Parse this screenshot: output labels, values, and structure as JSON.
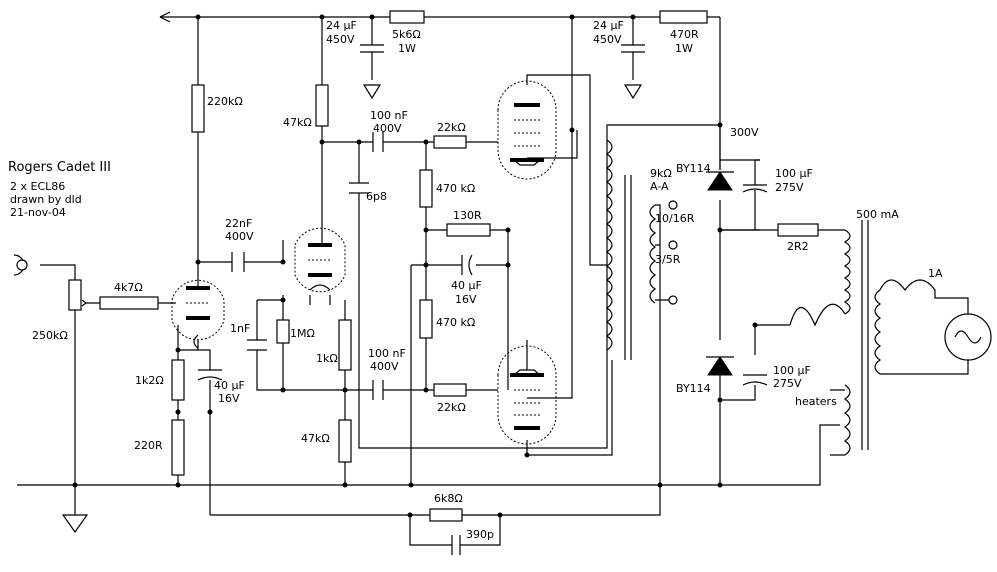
{
  "title": {
    "name": "Rogers Cadet III",
    "line1": "2 x ECL86",
    "line2": "drawn by dld",
    "line3": "21-nov-04"
  },
  "labels": {
    "r_220k": "220kΩ",
    "r_47k_top": "47kΩ",
    "c_24u_a_1": "24 µF",
    "c_24u_a_2": "450V",
    "r_5k6_1": "5k6Ω",
    "r_5k6_2": "1W",
    "c_24u_b_1": "24 µF",
    "c_24u_b_2": "450V",
    "r_470_1": "470R",
    "r_470_2": "1W",
    "c_100n_top_1": "100 nF",
    "c_100n_top_2": "400V",
    "r_22k_top": "22kΩ",
    "v_300": "300V",
    "d_top": "BY114",
    "c_100u_top_1": "100 µF",
    "c_100u_top_2": "275V",
    "c_6p8": "6p8",
    "r_470k_top": "470 kΩ",
    "tr_out_1": "9kΩ",
    "tr_out_2": "A-A",
    "tap_1": "10/16R",
    "tap_2": "3/5R",
    "c_22n_1": "22nF",
    "c_22n_2": "400V",
    "r_130": "130R",
    "c_40u_mid_1": "40 µF",
    "c_40u_mid_2": "16V",
    "r_4k7": "4k7Ω",
    "pot_250k": "250kΩ",
    "c_1n": "1nF",
    "r_1M": "1MΩ",
    "r_1k": "1kΩ",
    "r_470k_bot": "470 kΩ",
    "r_1k2": "1k2Ω",
    "c_40u_left_1": "40 µF",
    "c_40u_left_2": "16V",
    "c_100n_bot_1": "100 nF",
    "c_100n_bot_2": "400V",
    "r_22k_bot": "22kΩ",
    "r_220": "220R",
    "r_47k_bot": "47kΩ",
    "d_bot": "BY114",
    "c_100u_bot_1": "100 µF",
    "c_100u_bot_2": "275V",
    "r_2R2": "2R2",
    "i_500m": "500 mA",
    "i_1A": "1A",
    "heaters": "heaters",
    "r_6k8": "6k8Ω",
    "c_390p": "390p"
  }
}
